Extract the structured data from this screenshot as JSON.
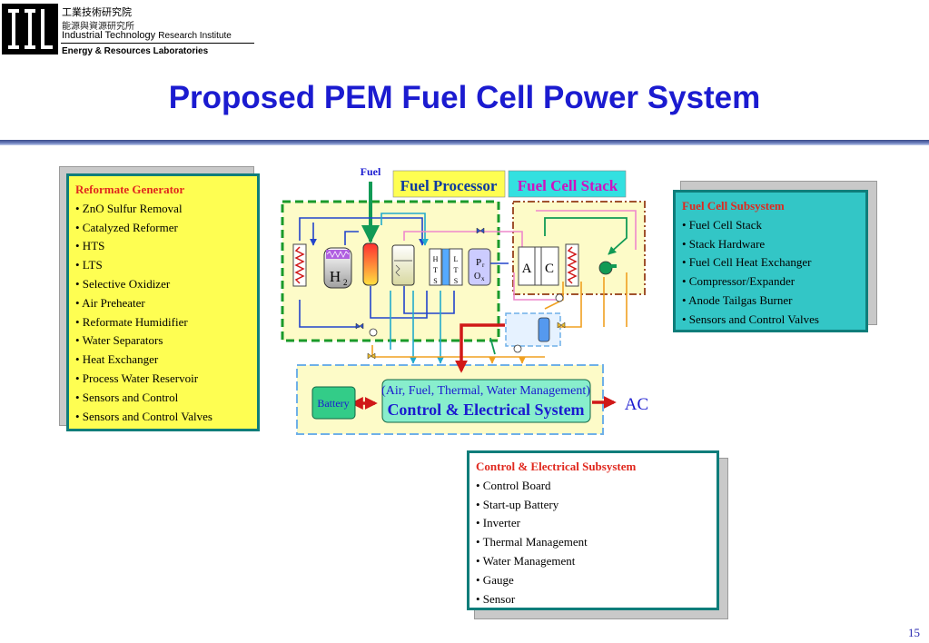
{
  "header": {
    "org_zh_1": "工業技術研究院",
    "org_zh_2": "能源與資源研究所",
    "org_en_1a": "Industrial Technology",
    "org_en_1b": "Research Institute",
    "org_en_2": "Energy & Resources Laboratories"
  },
  "title": "Proposed PEM Fuel Cell Power System",
  "reformate_box": {
    "heading": "Reformate Generator",
    "items": [
      "•  ZnO Sulfur Removal",
      "•  Catalyzed Reformer",
      "•  HTS",
      "•  LTS",
      "•  Selective Oxidizer",
      "•  Air Preheater",
      "•  Reformate Humidifier",
      "•  Water Separators",
      "•  Heat Exchanger",
      "•  Process Water Reservoir",
      "•  Sensors and Control",
      "• Sensors and Control Valves"
    ]
  },
  "fuel_cell_box": {
    "heading": "Fuel Cell Subsystem",
    "items": [
      "•  Fuel Cell Stack",
      "•  Stack Hardware",
      "•  Fuel Cell Heat Exchanger",
      "•  Compressor/Expander",
      "•  Anode Tailgas Burner",
      "•  Sensors and Control Valves"
    ]
  },
  "control_box": {
    "heading": "Control & Electrical Subsystem",
    "items": [
      "•  Control Board",
      "•  Start-up Battery",
      "•  Inverter",
      "•  Thermal Management",
      "•  Water Management",
      "•  Gauge",
      "•  Sensor"
    ]
  },
  "diagram": {
    "fuel_label": "Fuel",
    "fuel_processor_label": "Fuel Processor",
    "fuel_cell_stack_label": "Fuel Cell Stack",
    "h2_label": "H",
    "h2_sub": "2",
    "hts_label": [
      "H",
      "T",
      "S"
    ],
    "lts_label": [
      "L",
      "T",
      "S"
    ],
    "prox_label_1": "P",
    "prox_label_1_sub": "r",
    "prox_label_2": "O",
    "prox_label_2_sub": "x",
    "anode_label": "A",
    "cathode_label": "C",
    "battery_label": "Battery",
    "management_label": "(Air, Fuel, Thermal, Water Management)",
    "control_label": "Control & Electrical System",
    "ac_label": "AC"
  },
  "colors": {
    "title": "#1b1bd0",
    "heading_red": "#e0281e",
    "box_border": "#0f7d7a",
    "reformate_bg": "#fefe52",
    "fuel_cell_bg": "#33c6c6",
    "fuel_processor_tag_bg": "#fefe52",
    "fuel_cell_tag_bg": "#33e0e0",
    "processor_zone_border": "#1a9a2a",
    "stack_zone_border": "#a0522d",
    "control_zone_border": "#6fb0e8",
    "arrow_red": "#d01818"
  },
  "page_number": "15"
}
